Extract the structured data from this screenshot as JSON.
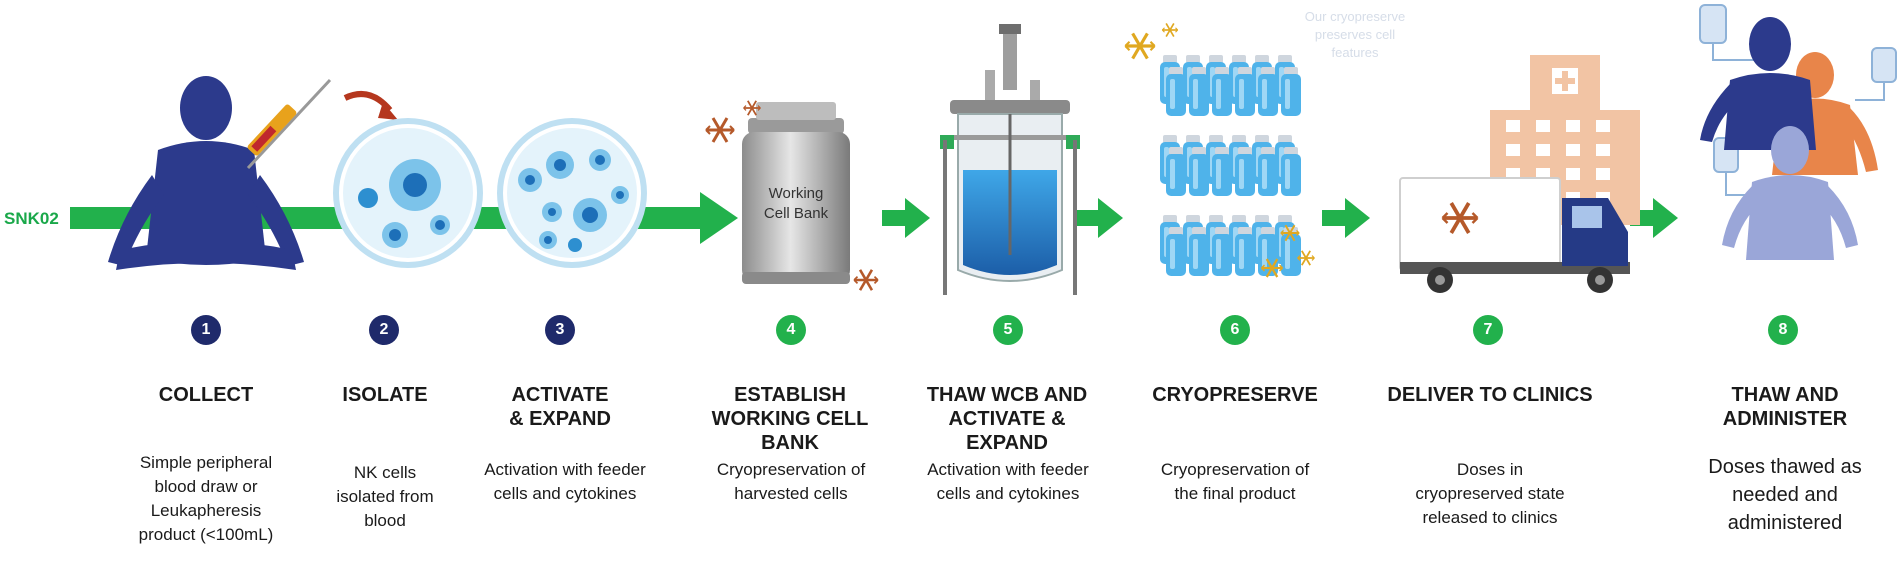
{
  "source_label": "SNK02",
  "faint_caption": "Our cryopreserve preserves cell features",
  "tank_label_line1": "Working",
  "tank_label_line2": "Cell Bank",
  "steps": [
    {
      "num": "1",
      "title_l1": "COLLECT",
      "title_l2": "",
      "title_l3": "",
      "desc_l1": "Simple peripheral",
      "desc_l2": "blood draw or",
      "desc_l3": "Leukapheresis",
      "desc_l4": "product (<100mL)"
    },
    {
      "num": "2",
      "title_l1": "ISOLATE",
      "title_l2": "",
      "title_l3": "",
      "desc_l1": "NK cells",
      "desc_l2": "isolated from",
      "desc_l3": "blood",
      "desc_l4": ""
    },
    {
      "num": "3",
      "title_l1": "ACTIVATE",
      "title_l2": "& EXPAND",
      "title_l3": "",
      "desc_l1": "Activation with feeder",
      "desc_l2": "cells and cytokines",
      "desc_l3": "",
      "desc_l4": ""
    },
    {
      "num": "4",
      "title_l1": "ESTABLISH",
      "title_l2": "WORKING CELL",
      "title_l3": "BANK",
      "desc_l1": "Cryopreservation of",
      "desc_l2": "harvested cells",
      "desc_l3": "",
      "desc_l4": ""
    },
    {
      "num": "5",
      "title_l1": "THAW WCB AND",
      "title_l2": "ACTIVATE &",
      "title_l3": "EXPAND",
      "desc_l1": "Activation with feeder",
      "desc_l2": "cells and cytokines",
      "desc_l3": "",
      "desc_l4": ""
    },
    {
      "num": "6",
      "title_l1": "CRYOPRESERVE",
      "title_l2": "",
      "title_l3": "",
      "desc_l1": "Cryopreservation of",
      "desc_l2": "the final product",
      "desc_l3": "",
      "desc_l4": ""
    },
    {
      "num": "7",
      "title_l1": "DELIVER TO CLINICS",
      "title_l2": "",
      "title_l3": "",
      "desc_l1": "Doses in",
      "desc_l2": "cryopreserved state",
      "desc_l3": "released to clinics",
      "desc_l4": ""
    },
    {
      "num": "8",
      "title_l1": "THAW AND",
      "title_l2": "ADMINISTER",
      "title_l3": "",
      "desc_l1": "Doses thawed as",
      "desc_l2": "needed and",
      "desc_l3": "administered",
      "desc_l4": ""
    }
  ],
  "colors": {
    "arrow_green": "#22b14c",
    "badge_navy": "#1f2a6b",
    "badge_green": "#22b14c",
    "person_navy": "#2c3a8c",
    "cell_blue": "#2d8fd0",
    "snowflake_brown": "#b5592a",
    "snowflake_gold": "#e0a820",
    "vial_blue": "#4fb3ea",
    "hospital_peach": "#f2c4a4",
    "person_orange": "#e8854a",
    "person_lavender": "#9aa6d8"
  }
}
